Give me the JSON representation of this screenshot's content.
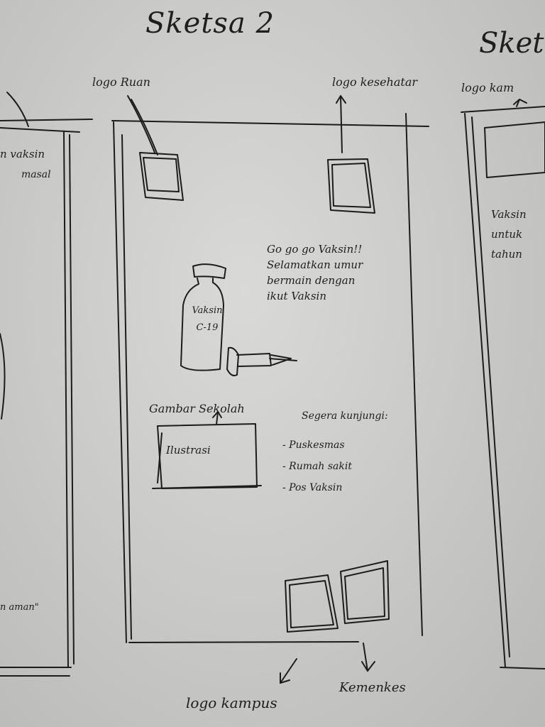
{
  "sketch": {
    "title": "Sketsa 2",
    "right_title": "Sket",
    "labels": {
      "logo_ruang": "logo Ruan",
      "logo_kesehatan": "logo kesehatar",
      "logo_kampus_right_panel": "logo kam",
      "logo_kampus": "logo kampus",
      "kemenkes": "Kemenkes"
    },
    "tagline": [
      "Go go go Vaksin!!",
      "Selamatkan umur",
      "bermain dengan",
      "ikut Vaksin"
    ],
    "vial_label": [
      "Vaksin",
      "C-19"
    ],
    "illustration": {
      "caption": "Gambar Sekolah",
      "box_label": "Ilustrasi"
    },
    "visit": {
      "heading": "Segera kunjungi:",
      "items": [
        "- Puskesmas",
        "- Rumah sakit",
        "- Pos Vaksin"
      ]
    },
    "left_panel": {
      "text1": "n vaksin",
      "text2": "masal",
      "quote": "n aman\""
    },
    "right_panel": {
      "lines": [
        "Vaksin",
        "untuk",
        "tahun"
      ]
    }
  }
}
